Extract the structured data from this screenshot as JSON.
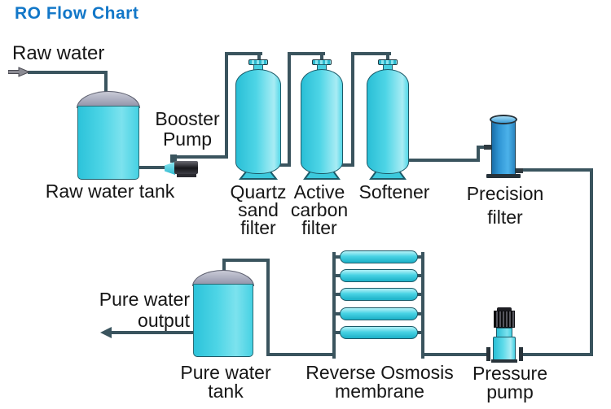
{
  "title": "RO Flow Chart",
  "labels": {
    "raw_water": "Raw water",
    "raw_water_tank": "Raw water tank",
    "booster_pump": [
      "Booster",
      "Pump"
    ],
    "quartz_sand_filter": [
      "Quartz",
      "sand",
      "filter"
    ],
    "active_carbon_filter": [
      "Active",
      "carbon",
      "filter"
    ],
    "softener": "Softener",
    "precision_filter": [
      "Precision",
      "filter"
    ],
    "pressure_pump": [
      "Pressure",
      "pump"
    ],
    "ro_membrane": [
      "Reverse Osmosis",
      "membrane"
    ],
    "pure_water_tank": [
      "Pure water",
      "tank"
    ],
    "pure_water_output": [
      "Pure water",
      "output"
    ]
  },
  "flow_sequence": [
    "Raw water",
    "Raw water tank",
    "Booster Pump",
    "Quartz sand filter",
    "Active carbon filter",
    "Softener",
    "Precision filter",
    "Pressure pump",
    "Reverse Osmosis membrane",
    "Pure water tank",
    "Pure water output"
  ],
  "colors": {
    "title_blue": "#1277c8",
    "pipe_teal": "#3a545e",
    "equipment_cyan": "#4ed5e6",
    "precision_blue": "#3f9fd8",
    "tank_dome_gray": "#a9abbd",
    "label_text": "#161616"
  }
}
